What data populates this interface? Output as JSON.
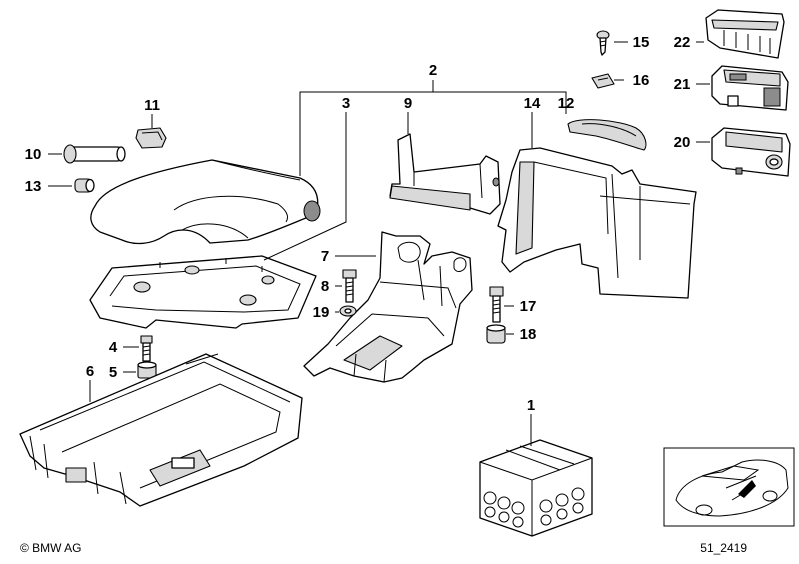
{
  "diagram": {
    "callouts": [
      {
        "id": "c1",
        "text": "1"
      },
      {
        "id": "c2",
        "text": "2"
      },
      {
        "id": "c3",
        "text": "3"
      },
      {
        "id": "c4",
        "text": "4"
      },
      {
        "id": "c5",
        "text": "5"
      },
      {
        "id": "c6",
        "text": "6"
      },
      {
        "id": "c7",
        "text": "7"
      },
      {
        "id": "c8",
        "text": "8"
      },
      {
        "id": "c9",
        "text": "9"
      },
      {
        "id": "c10",
        "text": "10"
      },
      {
        "id": "c11",
        "text": "11"
      },
      {
        "id": "c12",
        "text": "12"
      },
      {
        "id": "c13",
        "text": "13"
      },
      {
        "id": "c14",
        "text": "14"
      },
      {
        "id": "c15",
        "text": "15"
      },
      {
        "id": "c16",
        "text": "16"
      },
      {
        "id": "c17",
        "text": "17"
      },
      {
        "id": "c18",
        "text": "18"
      },
      {
        "id": "c19",
        "text": "19"
      },
      {
        "id": "c20",
        "text": "20"
      },
      {
        "id": "c21",
        "text": "21"
      },
      {
        "id": "c22",
        "text": "22"
      }
    ],
    "footer": {
      "copyright": "© BMW AG",
      "diagram_code": "51_2419"
    }
  }
}
